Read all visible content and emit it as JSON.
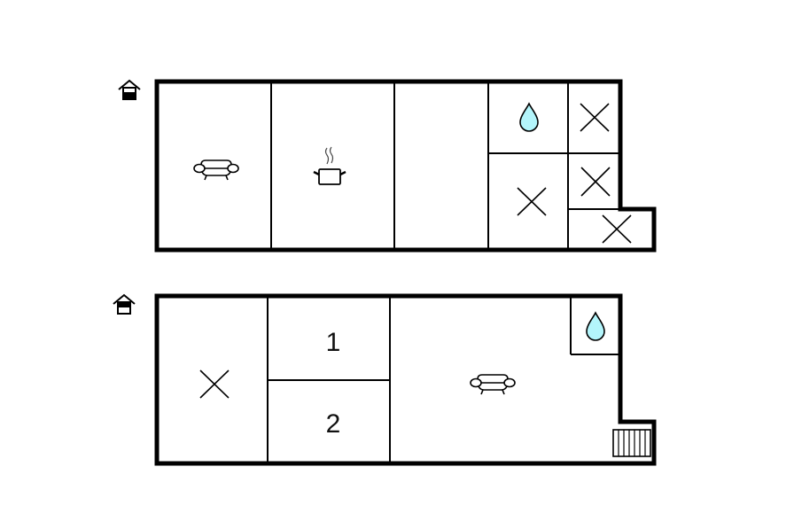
{
  "floorplan": {
    "floors": [
      {
        "name": "upper-floor",
        "entrance_icon": "house-entrance-icon",
        "rooms": [
          {
            "id": "living-room",
            "icon": "sofa-icon"
          },
          {
            "id": "kitchen",
            "icon": "cooking-pot-icon"
          },
          {
            "id": "room-empty",
            "icon": ""
          },
          {
            "id": "bathroom",
            "icon": "water-drop-icon"
          },
          {
            "id": "storage-1",
            "icon": "x-mark-icon"
          },
          {
            "id": "room-x-large",
            "icon": "x-mark-icon"
          },
          {
            "id": "storage-2",
            "icon": "x-mark-icon"
          },
          {
            "id": "storage-3",
            "icon": "x-mark-icon"
          }
        ]
      },
      {
        "name": "lower-floor",
        "entrance_icon": "house-entrance-icon",
        "rooms": [
          {
            "id": "room-x",
            "icon": "x-mark-icon"
          },
          {
            "id": "bedroom-1",
            "label": "1"
          },
          {
            "id": "bedroom-2",
            "label": "2"
          },
          {
            "id": "living-room",
            "icon": "sofa-icon"
          },
          {
            "id": "bathroom",
            "icon": "water-drop-icon"
          },
          {
            "id": "stairs",
            "icon": "stairs-icon"
          }
        ]
      }
    ],
    "colors": {
      "wall": "#000000",
      "water": "#b3f5fb",
      "background": "#ffffff"
    }
  }
}
